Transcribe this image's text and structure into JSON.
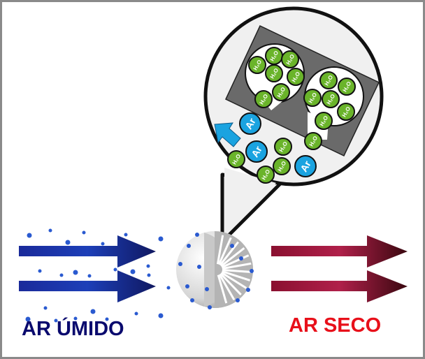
{
  "labels": {
    "humid_air": "AR ÚMIDO",
    "dry_air": "AR SECO"
  },
  "molecules": {
    "water": "H₂O",
    "argon": "Ar"
  },
  "colors": {
    "humid": "#0a0a6e",
    "dry": "#e8101a",
    "water": "#6ab42a",
    "argon": "#1aa3e0",
    "sieve": "#6a6a6a"
  }
}
